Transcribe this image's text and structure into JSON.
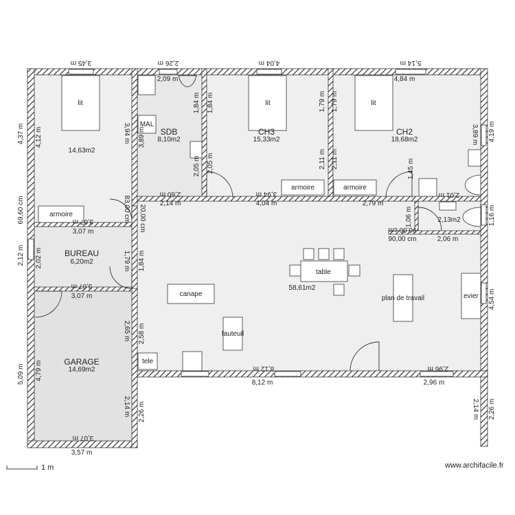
{
  "rooms": {
    "ch1": {
      "area": "14,63m2"
    },
    "sdb": {
      "name": "SDB",
      "area": "8,10m2"
    },
    "ch3": {
      "name": "CH3",
      "area": "15,33m2"
    },
    "ch2": {
      "name": "CH2",
      "area": "18,68m2"
    },
    "bureau": {
      "name": "BUREAU",
      "area": "6,20m2"
    },
    "garage": {
      "name": "GARAGE",
      "area": "14,69m2"
    },
    "sejour": {
      "area": "58,61m2"
    },
    "wc": {
      "area": "2,13m2"
    }
  },
  "furniture": {
    "lit": "lit",
    "mal": "MAL",
    "armoire": "armoire",
    "table": "table",
    "canape": "canape",
    "fauteuil": "fauteuil",
    "tele": "tele",
    "plan_travail": "plan de travail",
    "evier": "evier"
  },
  "dims": {
    "top_345": "3,45 m",
    "top_226": "2,26 m",
    "top_404": "4,04 m",
    "top_514": "5,14 m",
    "in_209": "2,09 m",
    "in_484": "4,84 m",
    "l_437": "4,37 m",
    "l_412": "4,12 m",
    "l_6960": "69,60 cm",
    "l_212": "2,12 m",
    "l_202": "2,02 m",
    "l_509": "5,09 m",
    "l_479": "4,79 m",
    "v_394": "3,94 m",
    "v_389": "3,89 m",
    "v_184a": "1,84 m",
    "v_184b": "1,84 m",
    "v_179a": "1,79 m",
    "v_179b": "1,79 m",
    "v_205a": "2,05 m",
    "v_205b": "2,05 m",
    "v_211a": "2,11 m",
    "v_211b": "2,11 m",
    "v_145": "1,45 m",
    "v_106": "1,06 m",
    "v_8300": "83,00 cm",
    "v_2000": "20,00 cm",
    "v_184c": "1,84 m",
    "v_265": "2,65 m",
    "v_258": "2,58 m",
    "v_214a": "2,14 m",
    "v_226a": "2,26 m",
    "r_419": "4,19 m",
    "r_116": "1,16 m",
    "r_454": "4,54 m",
    "r_214": "2,14 m",
    "r_226": "2,26 m",
    "h_260": "2,60 m",
    "h_214": "2,14 m",
    "h_394": "3,94 m",
    "h_404": "4,04 m",
    "h_279": "2,79 m",
    "h_201": "2,01 m",
    "h_9000a": "90,00 cm",
    "h_9000b": "90,00 cm",
    "h_206": "2,06 m",
    "h_307a": "3,07 m",
    "h_307b": "3,07 m",
    "h_307c": "3,07 m",
    "h_307d": "3,07 m",
    "h_307e": "3,07 m",
    "h_812a": "8,12 m",
    "h_812b": "8,12 m",
    "h_296a": "2,96 m",
    "h_296b": "2,96 m",
    "h_357": "3,57 m"
  },
  "scale": {
    "label": "1 m"
  },
  "credit": "www.archifacile.fr"
}
